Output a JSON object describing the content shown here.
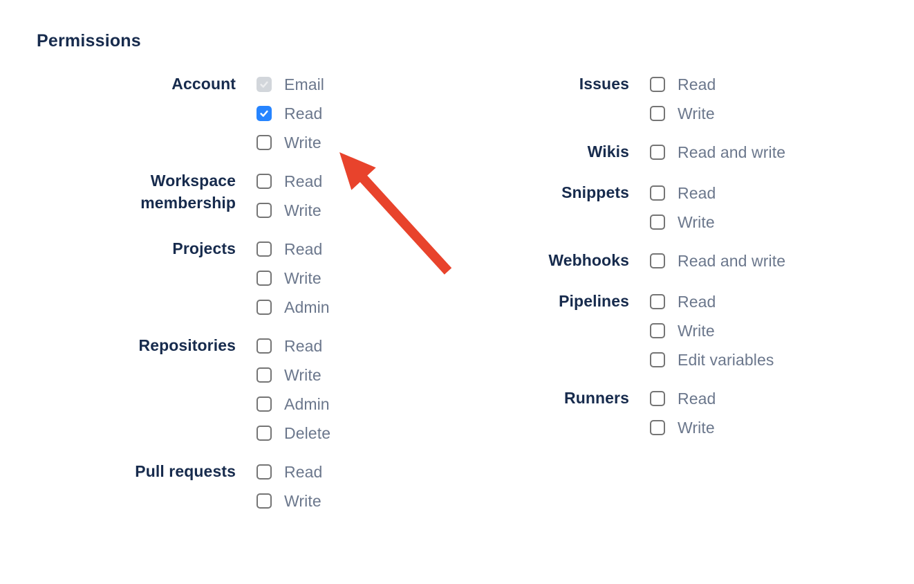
{
  "heading": "Permissions",
  "colors": {
    "heading_text": "#172B4D",
    "category_text": "#172B4D",
    "option_text": "#6B778C",
    "checkbox_border": "#757575",
    "checkbox_checked_bg": "#2684FF",
    "checkbox_disabled_bg": "#D2D6DB",
    "arrow": "#E8432C"
  },
  "columns": [
    {
      "groups": [
        {
          "label": "Account",
          "options": [
            {
              "label": "Email",
              "state": "checked-disabled"
            },
            {
              "label": "Read",
              "state": "checked"
            },
            {
              "label": "Write",
              "state": "unchecked"
            }
          ]
        },
        {
          "label": "Workspace\nmembership",
          "options": [
            {
              "label": "Read",
              "state": "unchecked"
            },
            {
              "label": "Write",
              "state": "unchecked"
            }
          ]
        },
        {
          "label": "Projects",
          "options": [
            {
              "label": "Read",
              "state": "unchecked"
            },
            {
              "label": "Write",
              "state": "unchecked"
            },
            {
              "label": "Admin",
              "state": "unchecked"
            }
          ]
        },
        {
          "label": "Repositories",
          "options": [
            {
              "label": "Read",
              "state": "unchecked"
            },
            {
              "label": "Write",
              "state": "unchecked"
            },
            {
              "label": "Admin",
              "state": "unchecked"
            },
            {
              "label": "Delete",
              "state": "unchecked"
            }
          ]
        },
        {
          "label": "Pull requests",
          "options": [
            {
              "label": "Read",
              "state": "unchecked"
            },
            {
              "label": "Write",
              "state": "unchecked"
            }
          ]
        }
      ]
    },
    {
      "groups": [
        {
          "label": "Issues",
          "options": [
            {
              "label": "Read",
              "state": "unchecked"
            },
            {
              "label": "Write",
              "state": "unchecked"
            }
          ]
        },
        {
          "label": "Wikis",
          "options": [
            {
              "label": "Read and write",
              "state": "unchecked"
            }
          ]
        },
        {
          "label": "Snippets",
          "options": [
            {
              "label": "Read",
              "state": "unchecked"
            },
            {
              "label": "Write",
              "state": "unchecked"
            }
          ]
        },
        {
          "label": "Webhooks",
          "options": [
            {
              "label": "Read and write",
              "state": "unchecked"
            }
          ]
        },
        {
          "label": "Pipelines",
          "options": [
            {
              "label": "Read",
              "state": "unchecked"
            },
            {
              "label": "Write",
              "state": "unchecked"
            },
            {
              "label": "Edit variables",
              "state": "unchecked"
            }
          ]
        },
        {
          "label": "Runners",
          "options": [
            {
              "label": "Read",
              "state": "unchecked"
            },
            {
              "label": "Write",
              "state": "unchecked"
            }
          ]
        }
      ]
    }
  ],
  "annotation": {
    "arrow_points_at": "account-read-checkbox"
  }
}
